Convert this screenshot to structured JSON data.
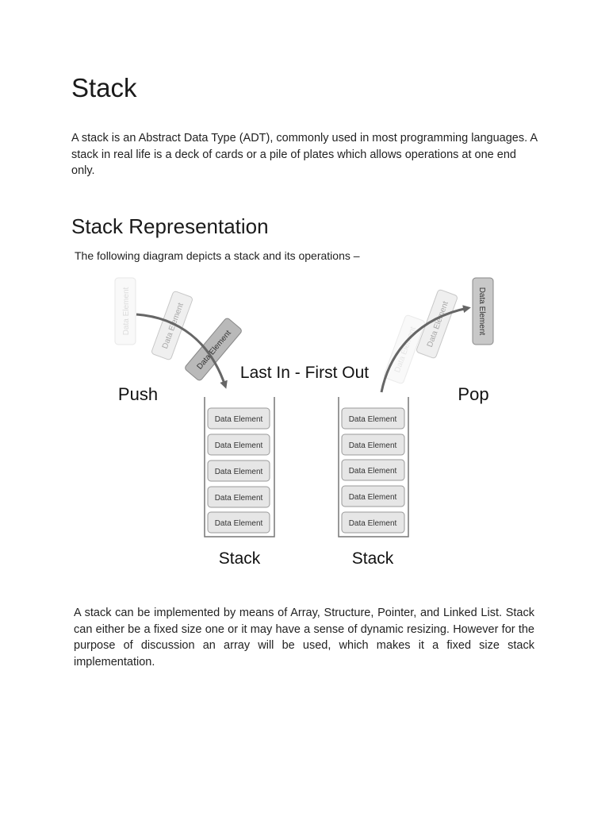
{
  "page": {
    "title": "Stack",
    "intro": "A stack is an Abstract Data Type (ADT), commonly used in most programming languages. A stack in real life is a deck of cards or a pile of plates which allows operations at one end only.",
    "section_title": "Stack Representation",
    "diagram_caption": "The following diagram depicts a stack and its operations –",
    "implementation": "A stack can be implemented by means of Array, Structure, Pointer, and Linked List. Stack can either be a fixed size one or it may have a sense of dynamic resizing. However for the purpose of discussion an array will be used, which makes it a fixed size stack implementation."
  },
  "diagram": {
    "center_label": "Last In - First Out",
    "push_label": "Push",
    "pop_label": "Pop",
    "left_stack_label": "Stack",
    "right_stack_label": "Stack",
    "element_label": "Data Element",
    "colors": {
      "arrow": "#666666",
      "element_fill": "#e6e6e6",
      "element_stroke": "#9a9a9a",
      "dark_element_fill": "#b8b8b8"
    }
  }
}
